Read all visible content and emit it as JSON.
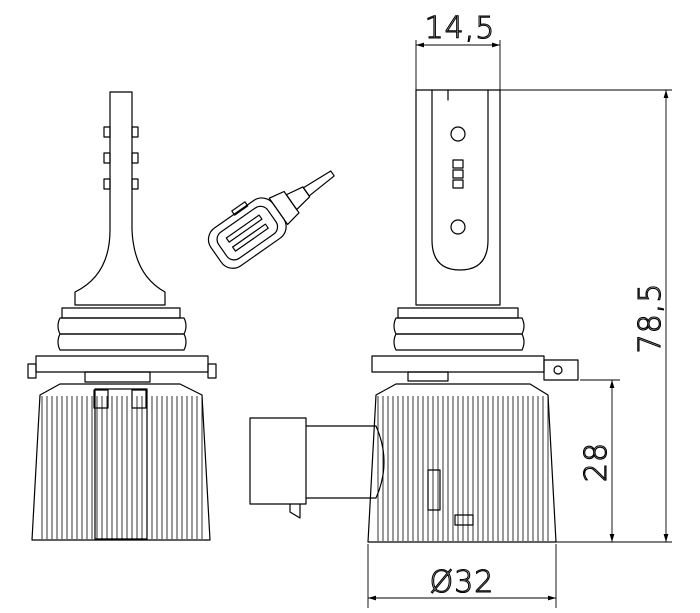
{
  "dimensions": {
    "width_label": "14,5",
    "height_label": "78,5",
    "base_height_label": "28",
    "diameter_label": "Ø32"
  }
}
